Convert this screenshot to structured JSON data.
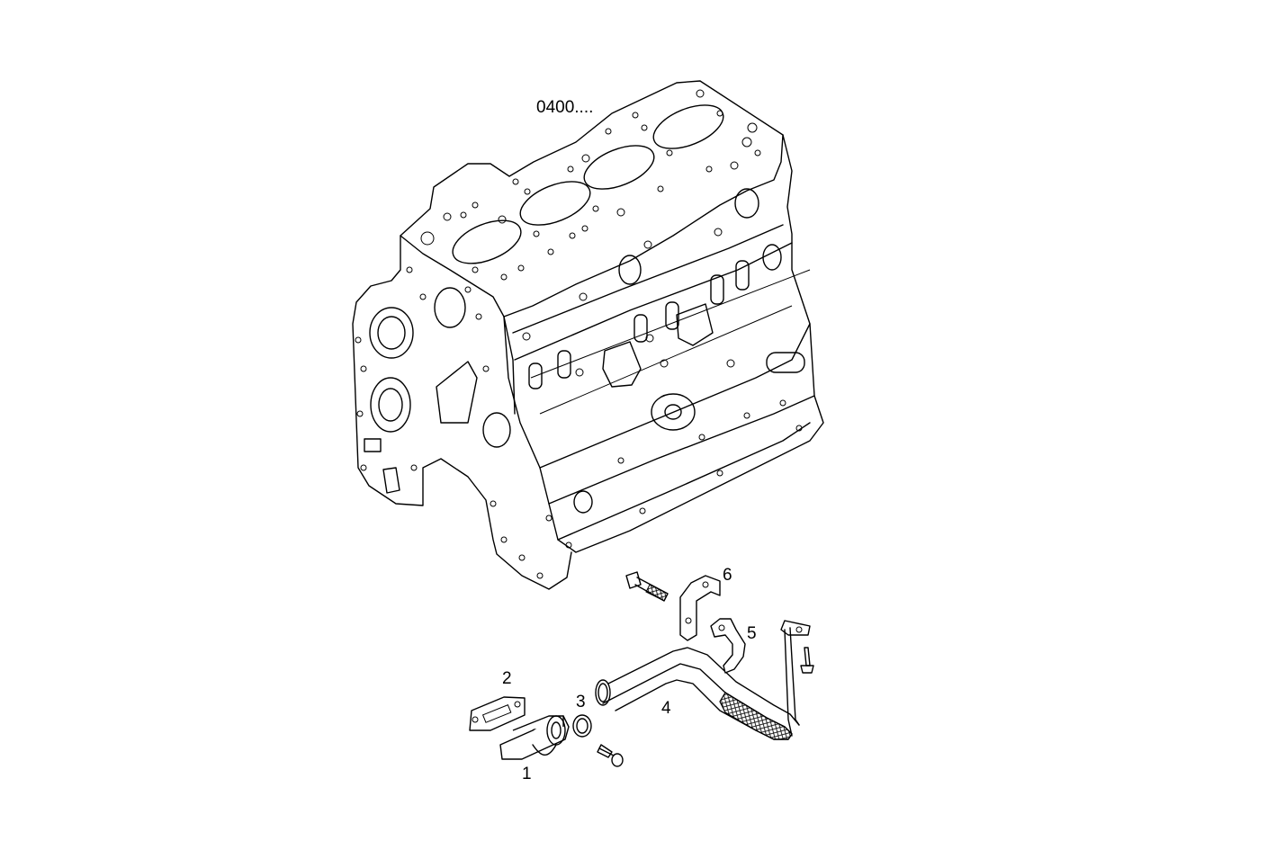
{
  "assembly_ref": "0400....",
  "callouts": [
    "1",
    "2",
    "3",
    "4",
    "5",
    "6"
  ]
}
